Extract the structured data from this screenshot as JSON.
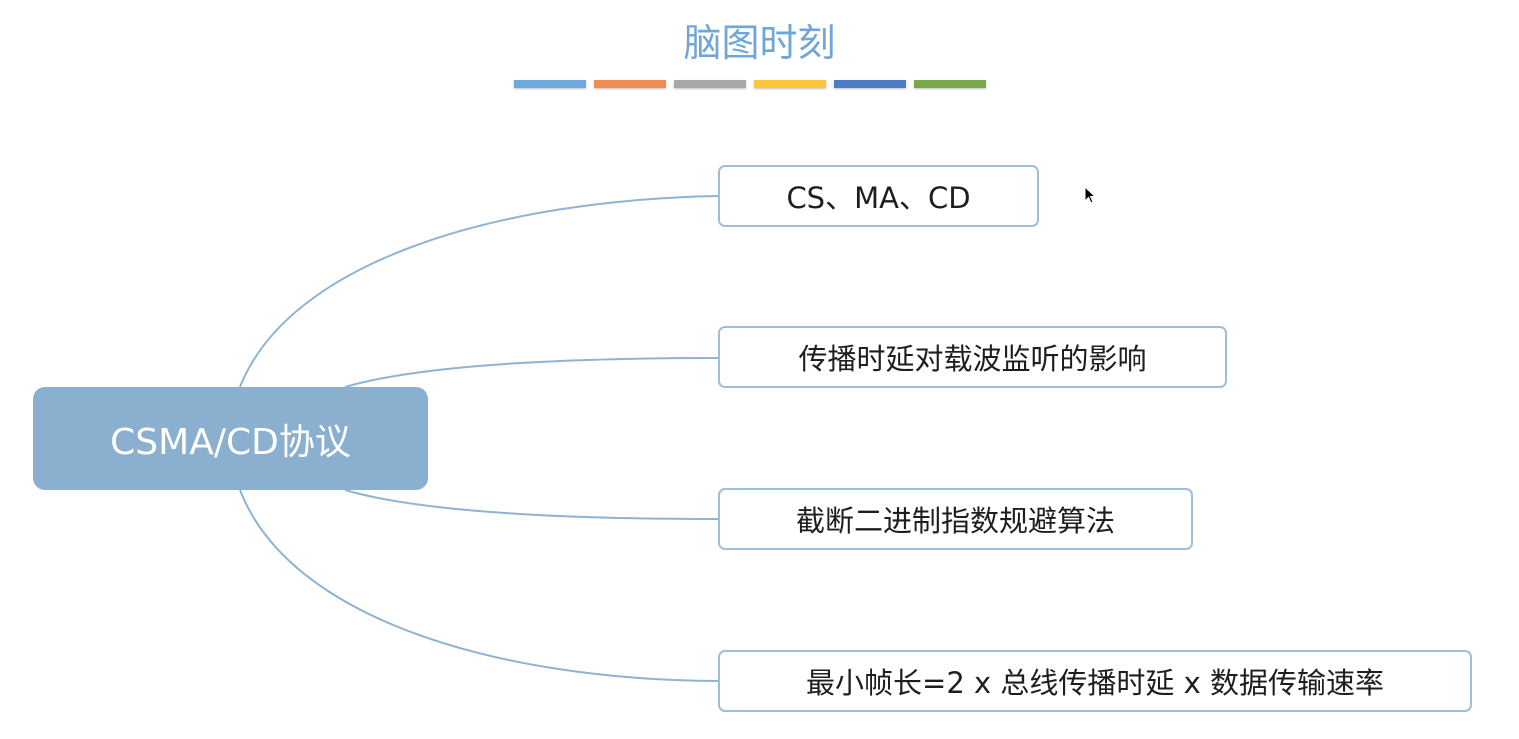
{
  "title": "脑图时刻",
  "color_bars": [
    "#6fa8dc",
    "#f08c50",
    "#a8a8a8",
    "#fbc63a",
    "#4f7cc4",
    "#77a94a"
  ],
  "root": {
    "label": "CSMA/CD协议",
    "color": "#8bb0cf"
  },
  "branches": [
    {
      "label": "CS、MA、CD"
    },
    {
      "label": "传播时延对载波监听的影响"
    },
    {
      "label": "截断二进制指数规避算法"
    },
    {
      "label": "最小帧长=2 x 总线传播时延 x 数据传输速率"
    }
  ],
  "link_color": "#8fb3d3",
  "icons": {
    "cursor": "mouse-pointer-icon"
  }
}
